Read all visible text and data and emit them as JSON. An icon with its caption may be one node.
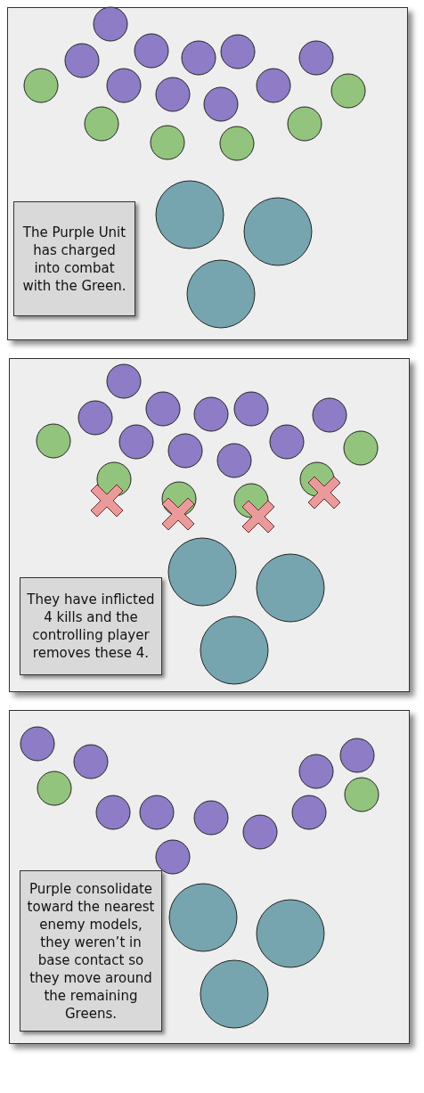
{
  "diagram": {
    "nodes": [
      {
        "text": [],
        "shape": "box"
      },
      {
        "text": [
          "The Purple Unit has charged into combat with the Green."
        ],
        "in": 0
      },
      {
        "text": [],
        "shape": "box"
      },
      {
        "text": [
          "They have inflicted 4 kills and the controlling player removes these 4."
        ],
        "in": 2
      },
      {
        "text": [],
        "shape": "box"
      },
      {
        "text": [
          "Purple consolidate toward the nearest enemy models, they weren’t in base contact so they move around the remaining Greens."
        ],
        "in": 4
      }
    ]
  }
}
